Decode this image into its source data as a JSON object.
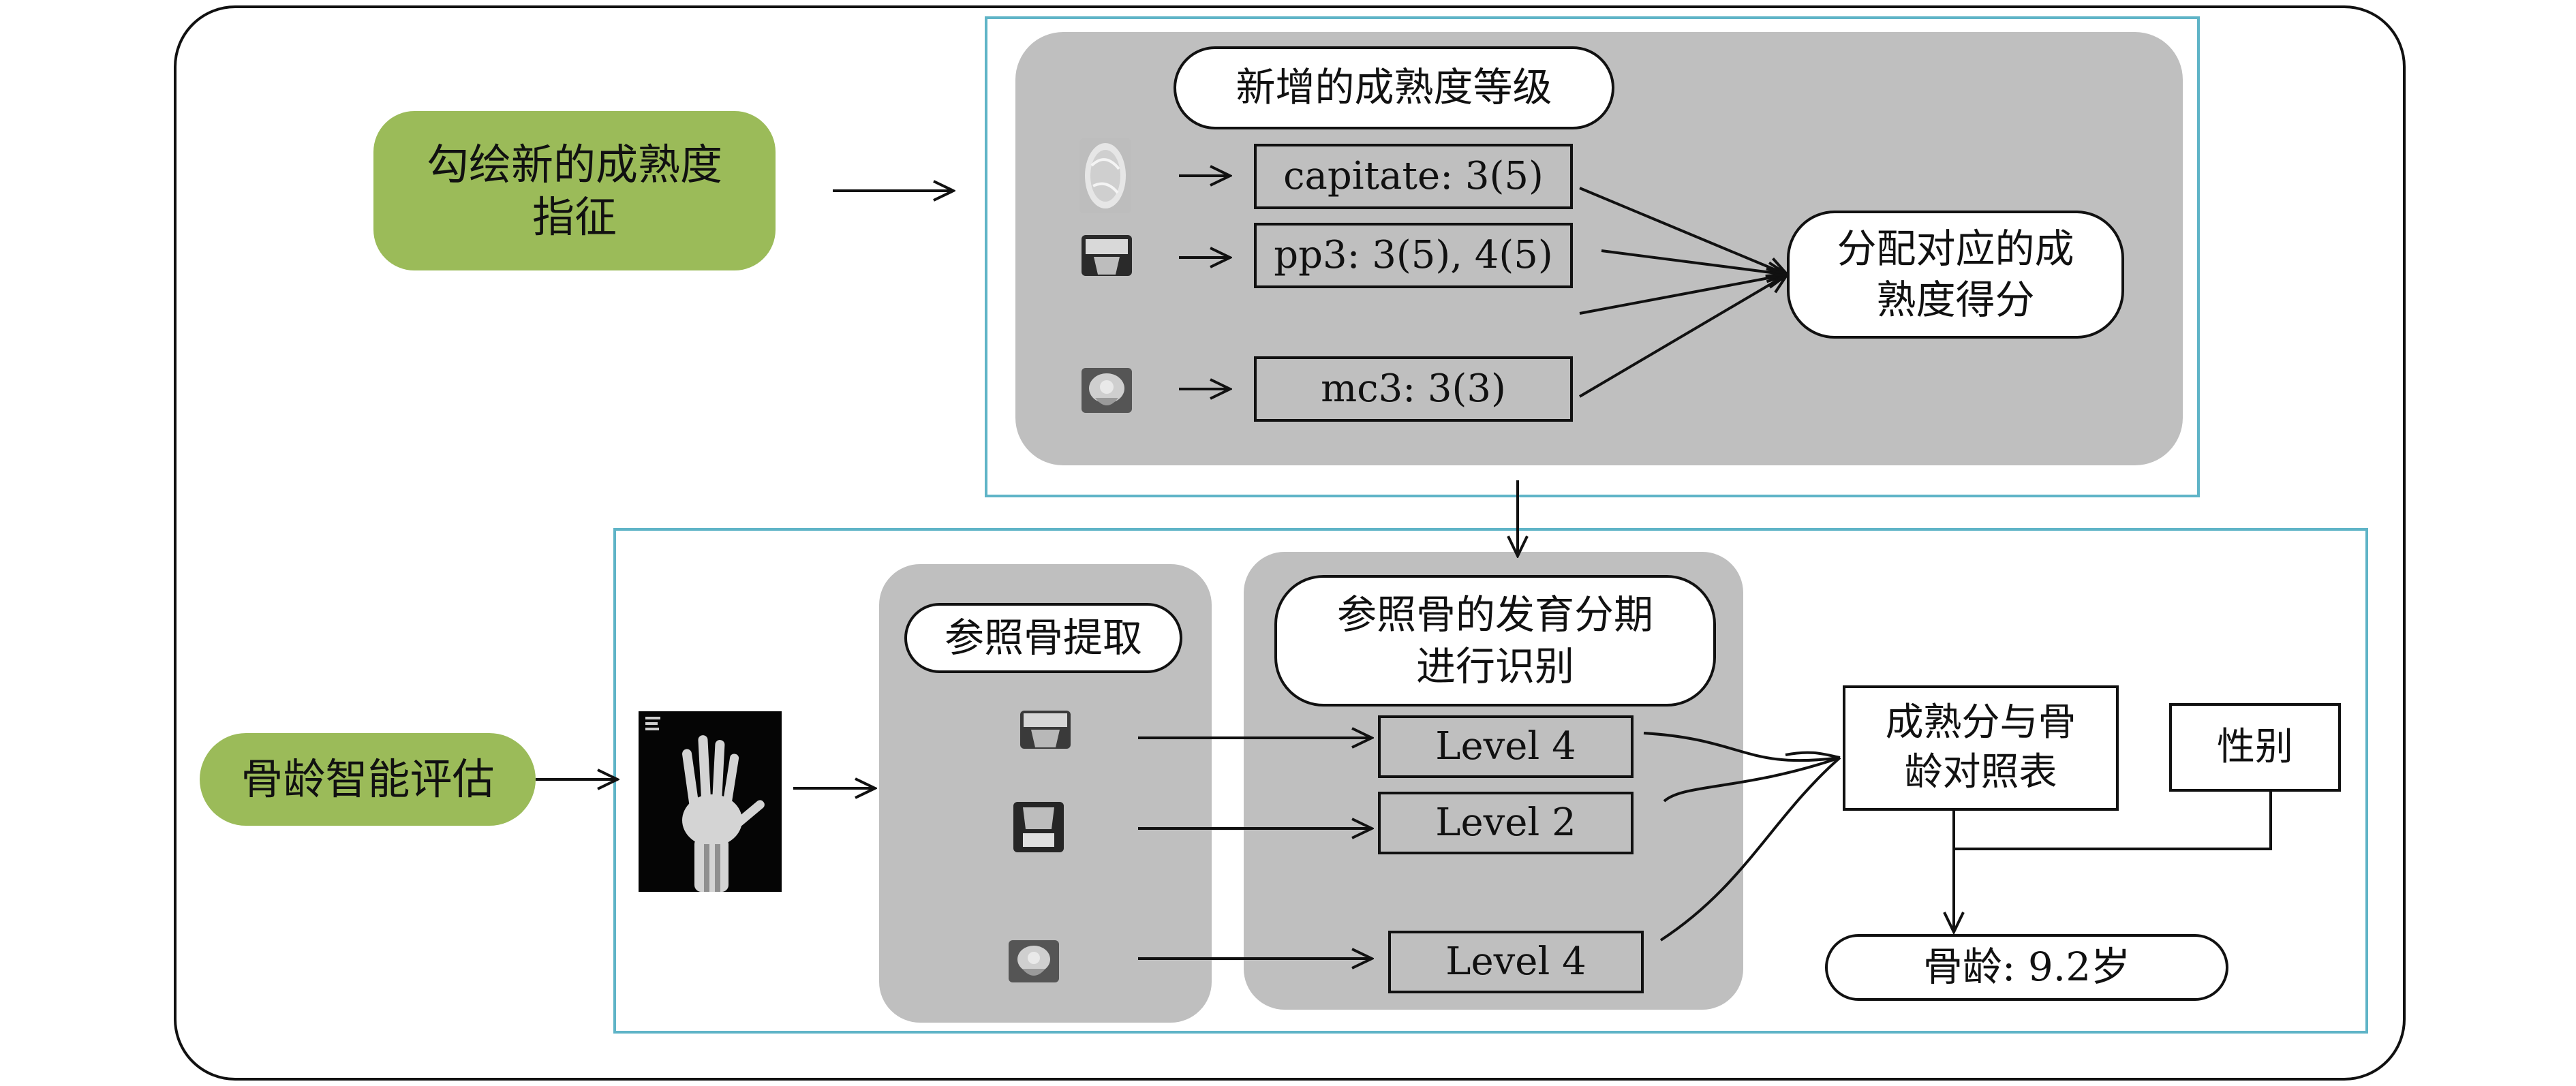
{
  "top_panel": {
    "input_label": "勾绘新的成熟度\n指征",
    "header_pill": "新增的成熟度等级",
    "grades": [
      "capitate: 3(5)",
      "pp3: 3(5), 4(5)",
      "mc3: 3(3)"
    ],
    "assign_pill": "分配对应的成\n熟度得分"
  },
  "bottom_panel": {
    "input_label": "骨龄智能评估",
    "extract_pill": "参照骨提取",
    "stage_pill": "参照骨的发育分期\n进行识别",
    "levels": [
      "Level 4",
      "Level 2",
      "Level 4"
    ],
    "table_label": "成熟分与骨\n龄对照表",
    "sex_label": "性别",
    "result_label": "骨龄: 9.2岁"
  },
  "colors": {
    "green": "#9bbb59",
    "gray_panel": "#bfbfbf",
    "cyan_border": "#5fb4c7"
  },
  "icons": [
    "capitate-xray-icon",
    "pp3-xray-icon",
    "mc3-xray-icon",
    "hand-xray-image"
  ]
}
